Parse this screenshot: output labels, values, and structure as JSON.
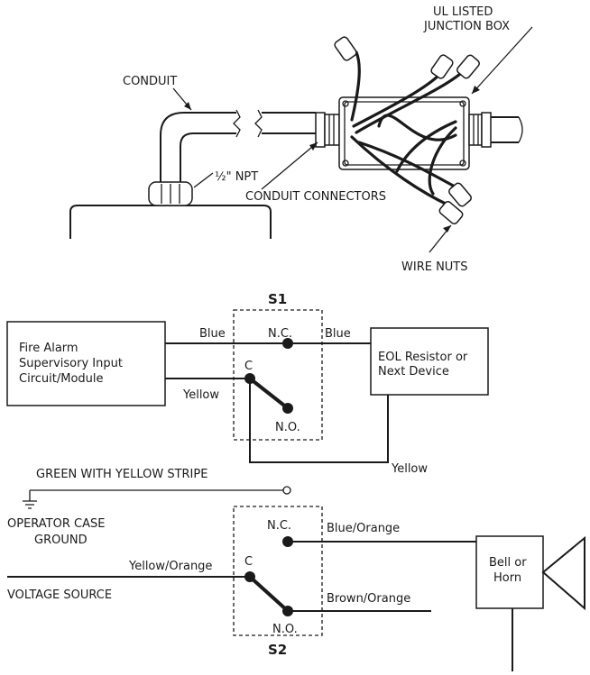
{
  "top": {
    "conduit": "CONDUIT",
    "npt": "½\" NPT",
    "conduit_connectors": "CONDUIT CONNECTORS",
    "jb_line1": "UL LISTED",
    "jb_line2": "JUNCTION BOX",
    "wire_nuts": "WIRE NUTS"
  },
  "s1": {
    "title": "S1",
    "nc": "N.C.",
    "c": "C",
    "no": "N.O.",
    "fire_alarm": [
      "Fire Alarm",
      "Supervisory Input",
      "Circuit/Module"
    ],
    "eol": [
      "EOL Resistor or",
      "Next Device"
    ],
    "blue_left": "Blue",
    "blue_right": "Blue",
    "yellow_left": "Yellow",
    "yellow_bottom": "Yellow"
  },
  "ground": {
    "stripe": "GREEN WITH YELLOW STRIPE",
    "case1": "OPERATOR CASE",
    "case2": "GROUND"
  },
  "s2": {
    "title": "S2",
    "nc": "N.C.",
    "c": "C",
    "no": "N.O.",
    "blue_orange": "Blue/Orange",
    "yellow_orange": "Yellow/Orange",
    "brown_orange": "Brown/Orange",
    "voltage": "VOLTAGE SOURCE",
    "bell1": "Bell or",
    "bell2": "Horn"
  }
}
